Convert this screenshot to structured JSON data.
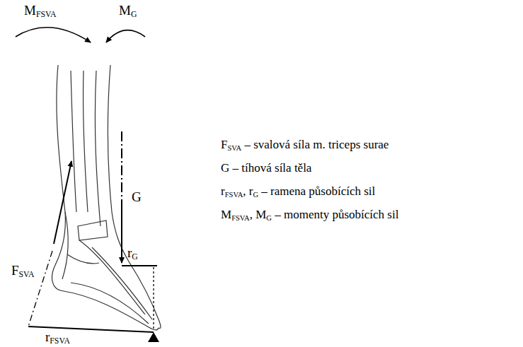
{
  "diagram": {
    "labels": [
      "MFSVA",
      "MG",
      "FSVA",
      "G",
      "rG",
      "rFSVA",
      "FSVA – svalová síla m. triceps surae",
      "G – tíhová síla těla",
      "rFSVA, rG – ramena působících sil",
      "MFSVA, MG – momenty působících sil"
    ]
  }
}
